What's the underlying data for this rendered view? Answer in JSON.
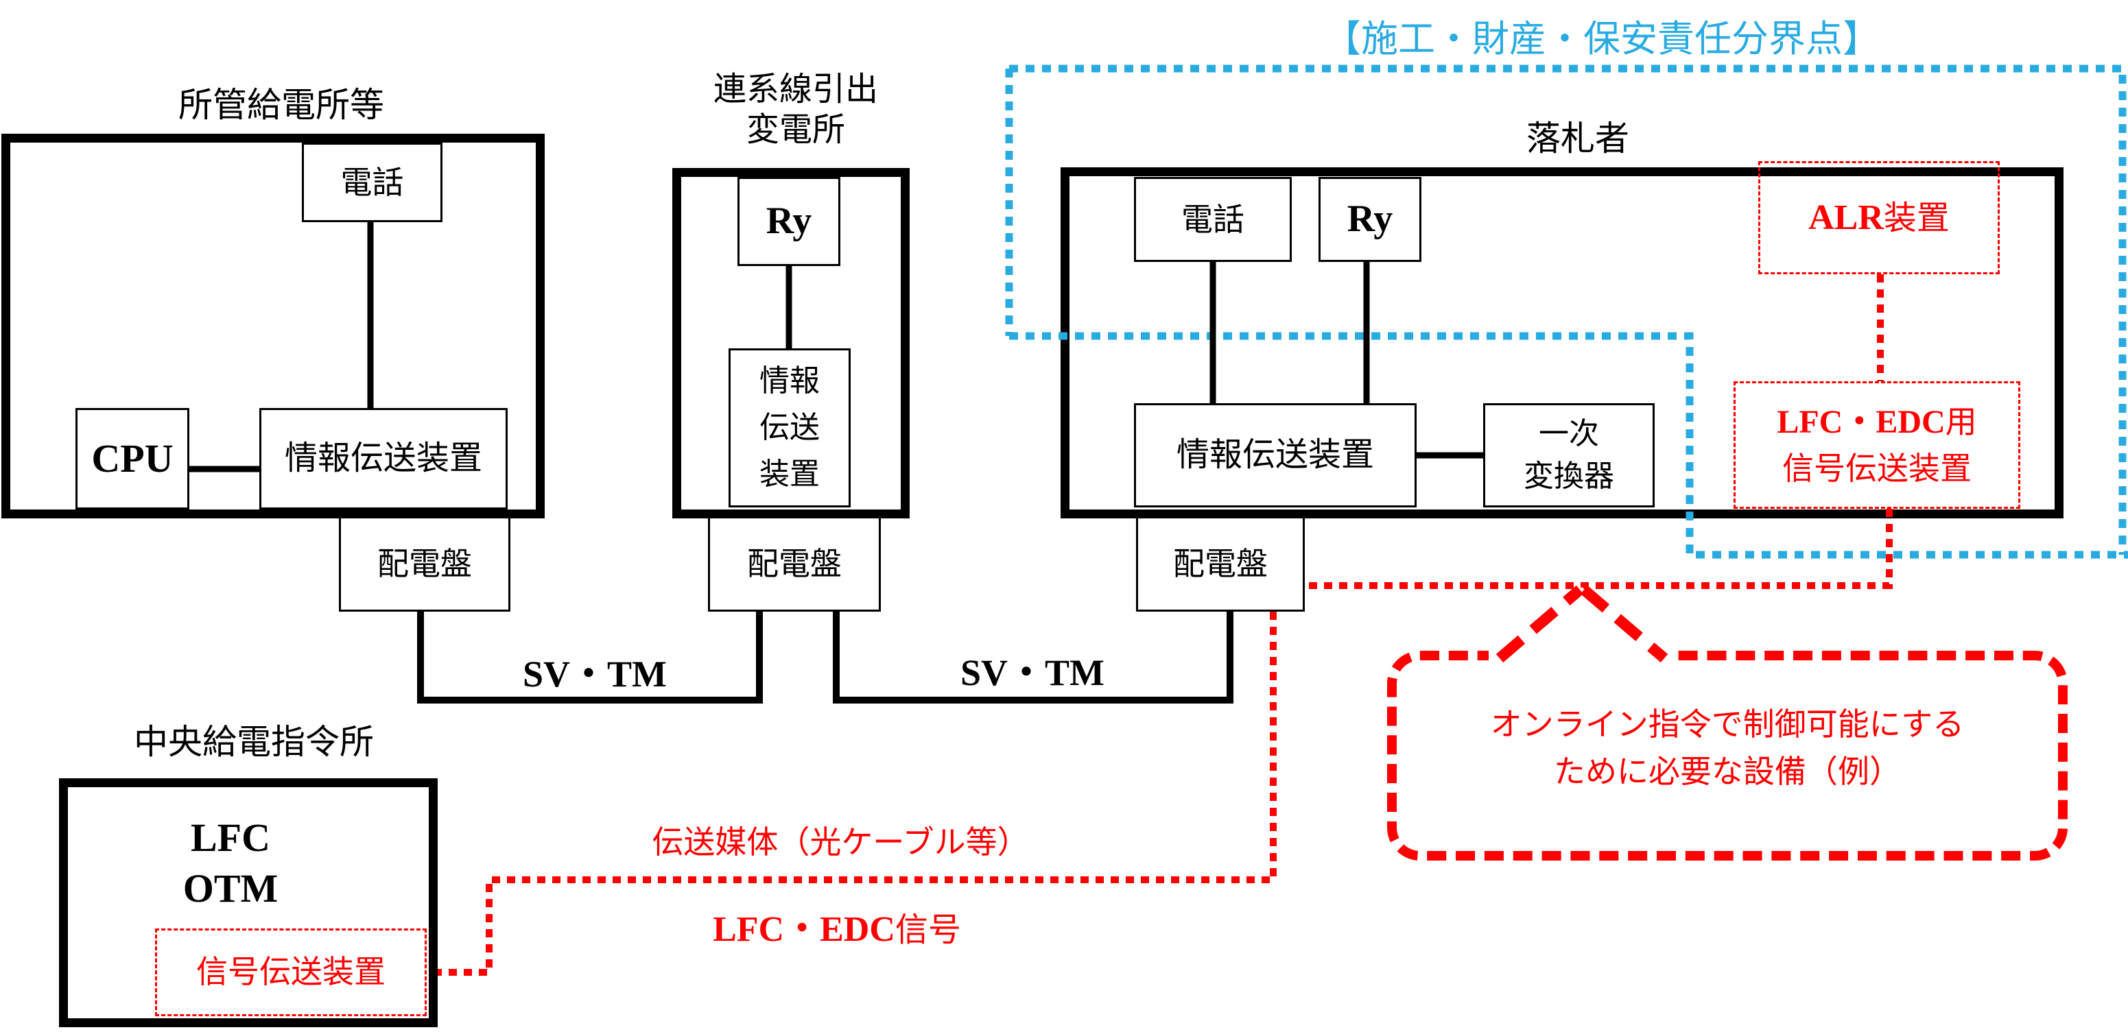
{
  "colors": {
    "accent_red": "#ff0000",
    "accent_blue": "#29abe2",
    "line_black": "#000000"
  },
  "boundary": {
    "title": "【施工・財産・保安責任分界点】"
  },
  "dispatch_office": {
    "title": "所管給電所等",
    "phone": "電話",
    "cpu": "CPU",
    "transmission_device": "情報伝送装置",
    "switchboard": "配電盤"
  },
  "interconnection_substation": {
    "title_line1": "連系線引出",
    "title_line2": "変電所",
    "relay": "Ry",
    "transmission_line1": "情報",
    "transmission_line2": "伝送",
    "transmission_line3": "装置",
    "switchboard": "配電盤"
  },
  "winner": {
    "title": "落札者",
    "phone": "電話",
    "relay": "Ry",
    "transmission_device": "情報伝送装置",
    "converter_line1": "一次",
    "converter_line2": "変換器",
    "switchboard": "配電盤",
    "alr_latin": "ALR",
    "alr_jp": "装置",
    "lfc_line1_latin": "LFC・EDC",
    "lfc_line1_jp": "用",
    "lfc_line2": "信号伝送装置"
  },
  "central_dispatch": {
    "title": "中央給電指令所",
    "lfc": "LFC",
    "otm": "OTM",
    "signal_device": "信号伝送装置"
  },
  "links": {
    "sv_tm_left": "SV・TM",
    "sv_tm_right": "SV・TM",
    "transmission_medium": "伝送媒体（光ケーブル等）",
    "signal_latin": "LFC・EDC",
    "signal_jp": "信号"
  },
  "callout": {
    "line1": "オンライン指令で制御可能にする",
    "line2": "ために必要な設備（例）"
  }
}
